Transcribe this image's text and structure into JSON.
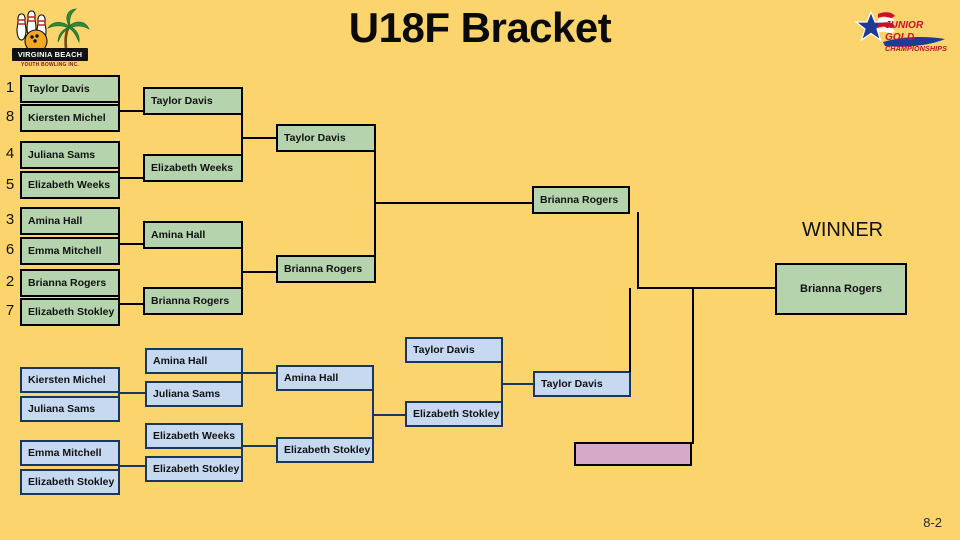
{
  "page": {
    "title": "U18F Bracket",
    "background_color": "#fbd46d",
    "page_number": "8-2",
    "winner_label": "WINNER"
  },
  "logos": {
    "left": {
      "name": "virginia-beach-youth-bowling-logo",
      "band_text": "VIRGINIA BEACH",
      "sub_text": "YOUTH BOWLING INC."
    },
    "right": {
      "name": "junior-gold-championships-logo",
      "line1": "JUNIOR GOLD",
      "line2": "CHAMPIONSHIPS"
    }
  },
  "colors": {
    "winners_box": "#b5d4ad",
    "losers_box": "#c6d9f1",
    "losers_box_border": "#17375e",
    "pink_box": "#d7a9c8",
    "background": "#fbd46d"
  },
  "winners_bracket": {
    "round1": [
      {
        "seed": "1",
        "player": "Taylor Davis"
      },
      {
        "seed": "8",
        "player": "Kiersten Michel"
      },
      {
        "seed": "4",
        "player": "Juliana Sams"
      },
      {
        "seed": "5",
        "player": "Elizabeth Weeks"
      },
      {
        "seed": "3",
        "player": "Amina Hall"
      },
      {
        "seed": "6",
        "player": "Emma Mitchell"
      },
      {
        "seed": "2",
        "player": "Brianna Rogers"
      },
      {
        "seed": "7",
        "player": "Elizabeth Stokley"
      }
    ],
    "round2": [
      {
        "player": "Taylor Davis"
      },
      {
        "player": "Elizabeth Weeks"
      },
      {
        "player": "Amina Hall"
      },
      {
        "player": "Brianna Rogers"
      }
    ],
    "round3": [
      {
        "player": "Taylor Davis"
      },
      {
        "player": "Brianna Rogers"
      }
    ],
    "round4": [
      {
        "player": "Brianna Rogers"
      }
    ]
  },
  "losers_bracket": {
    "round1": [
      {
        "player": "Kiersten Michel"
      },
      {
        "player": "Juliana Sams"
      },
      {
        "player": "Emma Mitchell"
      },
      {
        "player": "Elizabeth Stokley"
      }
    ],
    "round2": [
      {
        "player": "Amina Hall"
      },
      {
        "player": "Juliana Sams"
      },
      {
        "player": "Elizabeth Weeks"
      },
      {
        "player": "Elizabeth Stokley"
      }
    ],
    "round3": [
      {
        "player": "Amina Hall"
      },
      {
        "player": "Elizabeth Stokley"
      }
    ],
    "round4": [
      {
        "player": "Taylor Davis"
      },
      {
        "player": "Elizabeth Stokley"
      }
    ],
    "round5": [
      {
        "player": "Taylor Davis"
      }
    ],
    "final_empty": [
      {
        "player": ""
      }
    ]
  },
  "champion": {
    "player": "Brianna Rogers"
  }
}
